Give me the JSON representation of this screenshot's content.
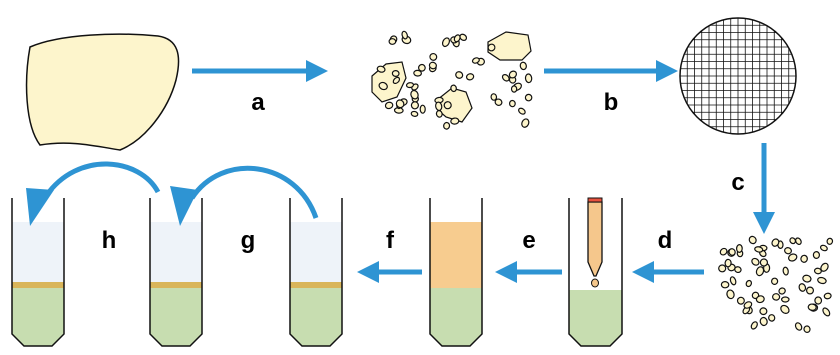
{
  "steps": [
    {
      "id": "a",
      "label": "a"
    },
    {
      "id": "b",
      "label": "b"
    },
    {
      "id": "c",
      "label": "c"
    },
    {
      "id": "d",
      "label": "d"
    },
    {
      "id": "e",
      "label": "e"
    },
    {
      "id": "f",
      "label": "f"
    },
    {
      "id": "g",
      "label": "g"
    },
    {
      "id": "h",
      "label": "h"
    }
  ],
  "colors": {
    "arrow": "#2e94d3",
    "tissue": "#fdf5cc",
    "outline": "#111111",
    "aqueous": "#c7ddb0",
    "upper_phase": "#eef3f9",
    "interphase": "#d9b55a",
    "pellet": "#f7cc8f",
    "pipette": "#f5c78c",
    "pipette_tip": "#e8523e"
  }
}
